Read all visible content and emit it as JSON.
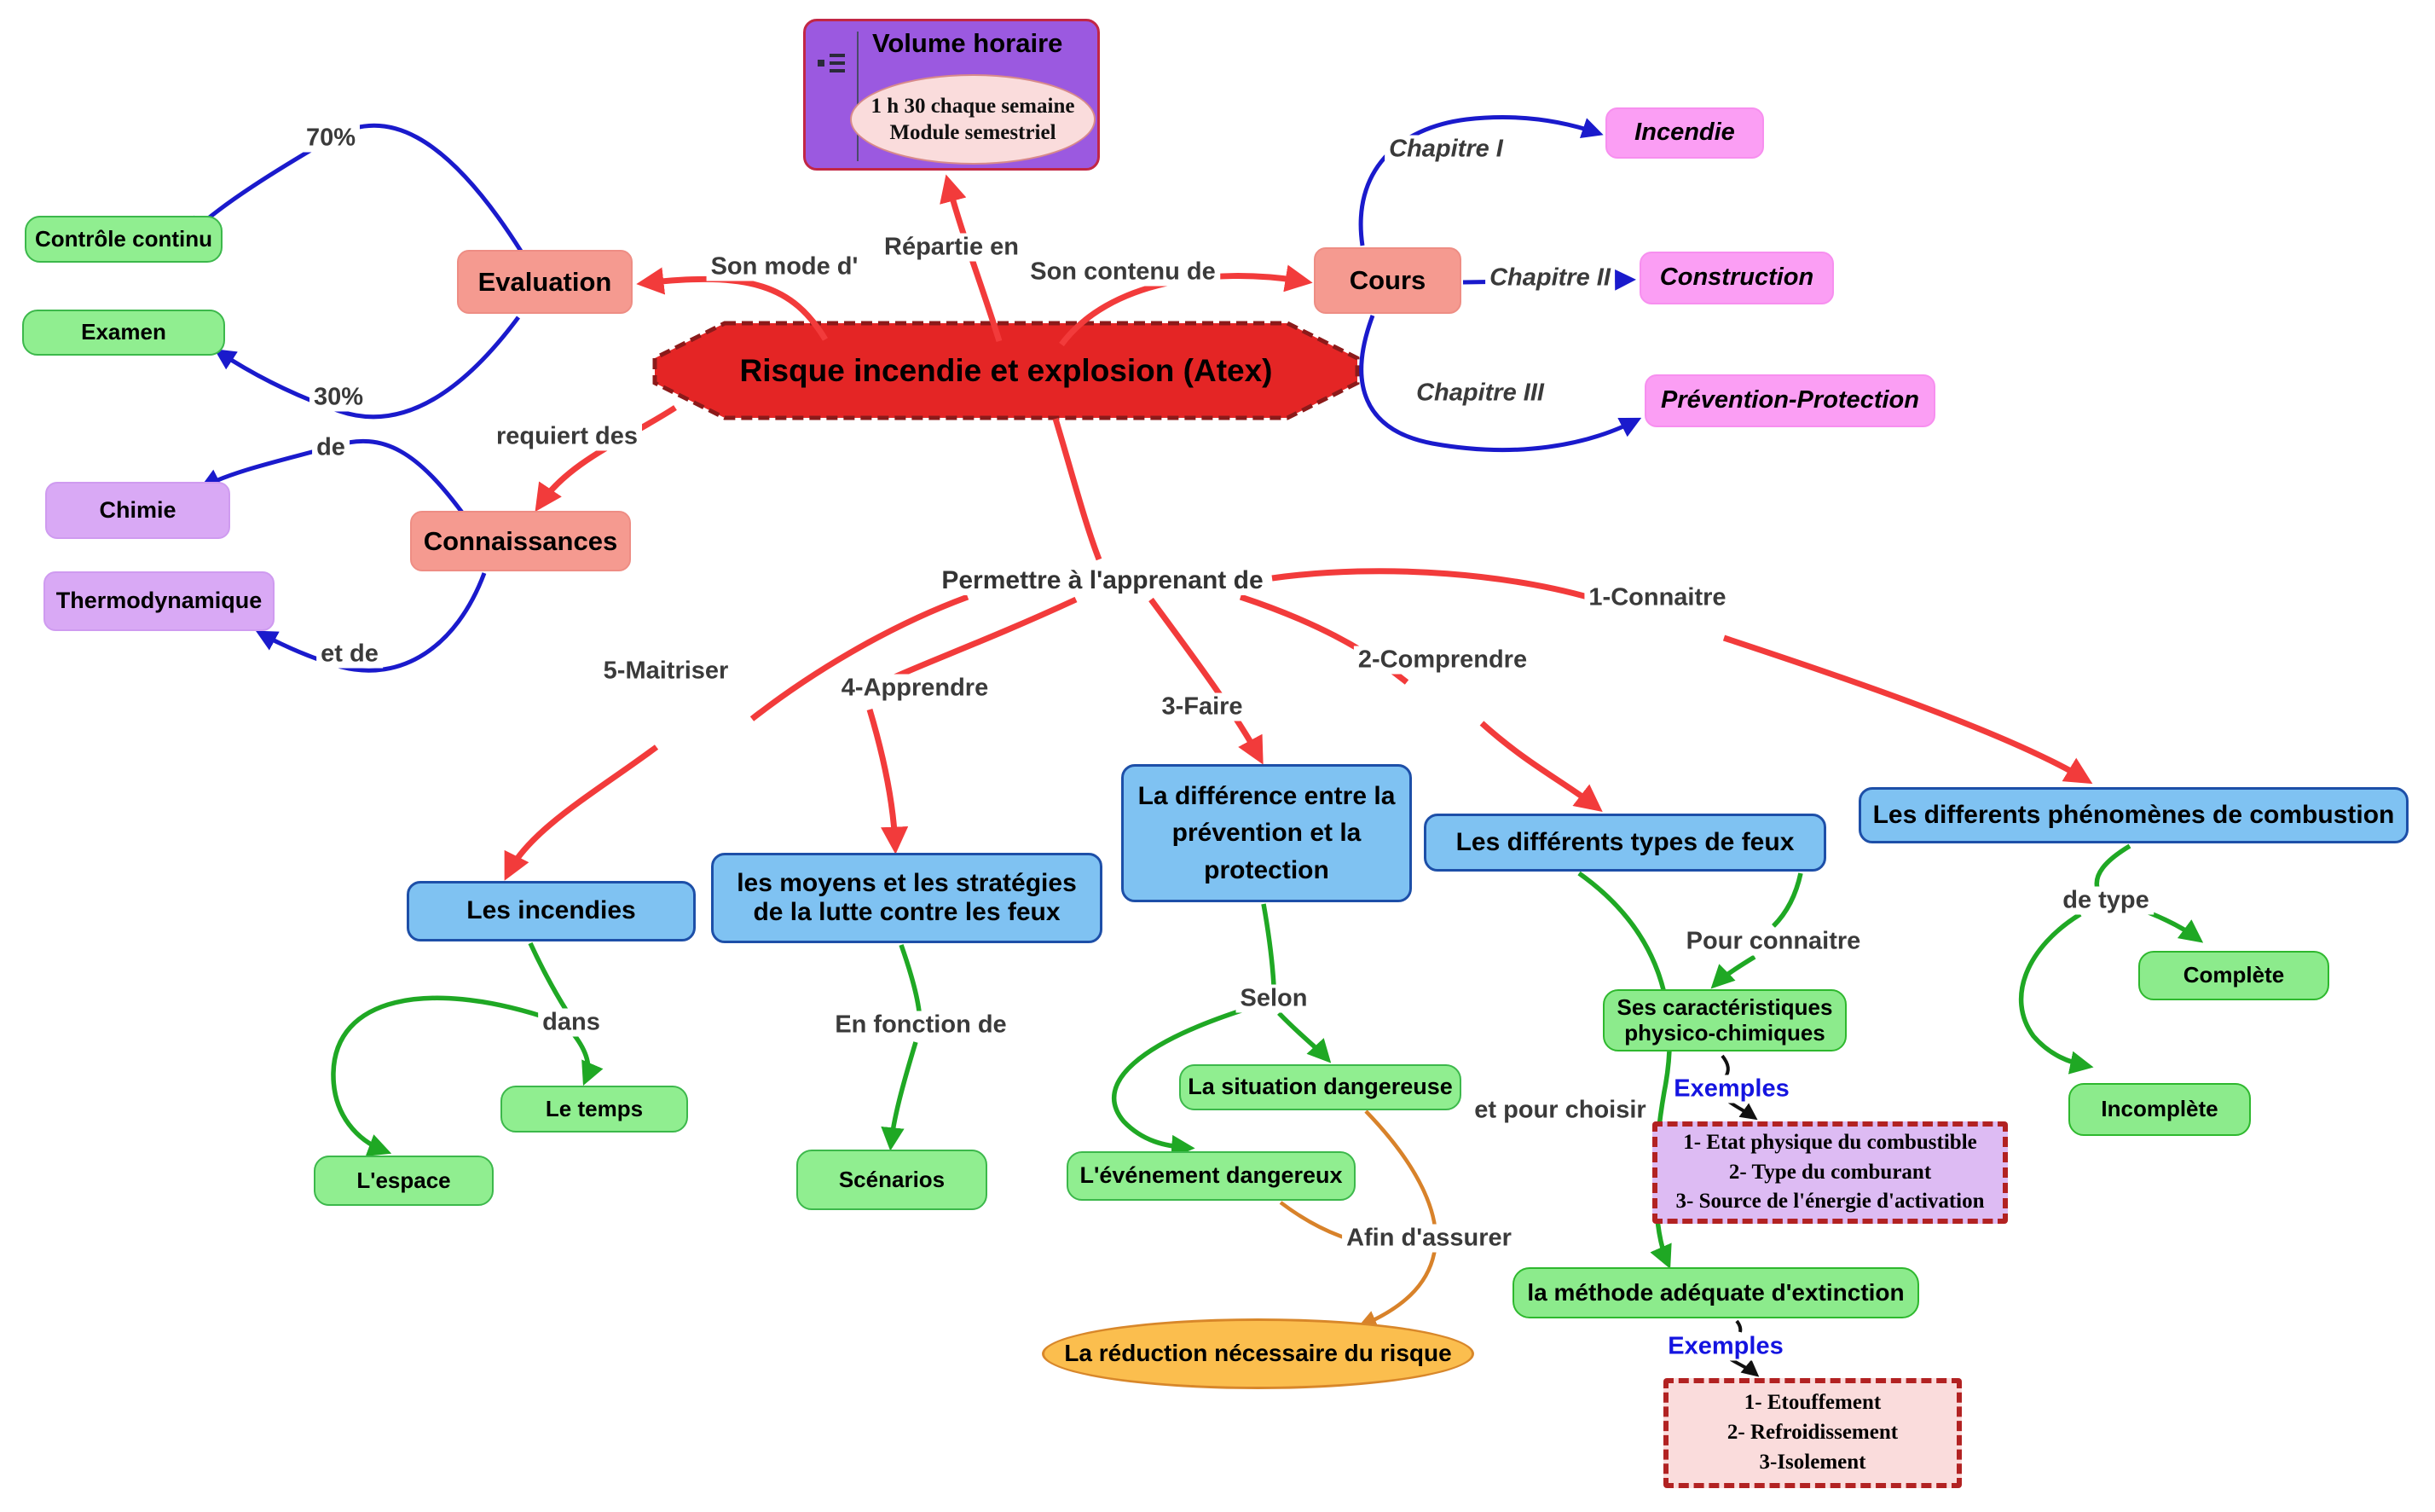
{
  "title": "Risque incendie et explosion (Atex)",
  "colors": {
    "central_fill": "#E42525",
    "central_border": "#8B1A1A",
    "salmon": "#F59A90",
    "green": "#90EE90",
    "blue_box": "#7FC2F2",
    "blue_box_border": "#1d4fa8",
    "purple": "#D9A9F5",
    "magenta": "#FB9EF4",
    "volume_purple": "#9B59E0",
    "orange_ellipse": "#FBBE4E",
    "dashed_border": "#B22222",
    "arrow_blue": "#1A1ACC",
    "arrow_red": "#F23B3B",
    "arrow_green": "#1FA824",
    "arrow_orange": "#D8822A",
    "arrow_black": "#111111"
  },
  "nodes": {
    "central": {
      "label": "Risque incendie et explosion (Atex)"
    },
    "volume_horaire": {
      "title": "Volume horaire",
      "lines": [
        "1 h 30 chaque semaine",
        "Module semestriel"
      ]
    },
    "evaluation": {
      "label": "Evaluation"
    },
    "controle_continu": {
      "label": "Contrôle continu"
    },
    "examen": {
      "label": "Examen"
    },
    "connaissances": {
      "label": "Connaissances"
    },
    "chimie": {
      "label": "Chimie"
    },
    "thermodynamique": {
      "label": "Thermodynamique"
    },
    "cours": {
      "label": "Cours"
    },
    "incendie": {
      "label": "Incendie"
    },
    "construction": {
      "label": "Construction"
    },
    "prevention_protection": {
      "label": "Prévention-Protection"
    },
    "les_incendies": {
      "label": "Les incendies"
    },
    "moyens_strategies": {
      "label": "les moyens et les stratégies de la lutte contre les feux"
    },
    "difference_prev_prot": {
      "label": "La différence entre la prévention et la protection"
    },
    "types_feux": {
      "label": "Les différents types de feux"
    },
    "phenomenes_combustion": {
      "label": "Les differents phénomènes de combustion"
    },
    "le_temps": {
      "label": "Le temps"
    },
    "espace": {
      "label": "L'espace"
    },
    "scenarios": {
      "label": "Scénarios"
    },
    "situation_dangereuse": {
      "label": "La situation dangereuse"
    },
    "evenement_dangereux": {
      "label": "L'événement dangereux"
    },
    "ses_caracteristiques": {
      "label": "Ses caractéristiques physico-chimiques"
    },
    "methode_extinction": {
      "label": "la méthode adéquate d'extinction"
    },
    "complete": {
      "label": "Complète"
    },
    "incomplete": {
      "label": "Incomplète"
    },
    "reduction_risque": {
      "label": "La réduction nécessaire du risque"
    },
    "exemples_combustible": {
      "lines": [
        "1- Etat physique du combustible",
        "2- Type du comburant",
        "3- Source de l'énergie d'activation"
      ]
    },
    "exemples_extinction": {
      "lines": [
        "1- Etouffement",
        "2- Refroidissement",
        "3-Isolement"
      ]
    }
  },
  "edge_labels": {
    "pct70": "70%",
    "pct30": "30%",
    "de": "de",
    "et_de": "et de",
    "requiert_des": "requiert des",
    "son_mode": "Son mode d'",
    "repartie_en": "Répartie en",
    "son_contenu": "Son contenu de",
    "chapitre_1": "Chapitre I",
    "chapitre_2": "Chapitre II",
    "chapitre_3": "Chapitre III",
    "permettre": "Permettre à l'apprenant de",
    "connaitre": "1-Connaitre",
    "comprendre": "2-Comprendre",
    "faire": "3-Faire",
    "apprendre": "4-Apprendre",
    "maitriser": "5-Maitriser",
    "dans": "dans",
    "en_fonction_de": "En fonction de",
    "selon": "Selon",
    "afin_d_assurer": "Afin d'assurer",
    "pour_connaitre": "Pour connaitre",
    "et_pour_choisir": "et pour choisir",
    "exemples_1": "Exemples",
    "exemples_2": "Exemples",
    "de_type": "de type"
  }
}
